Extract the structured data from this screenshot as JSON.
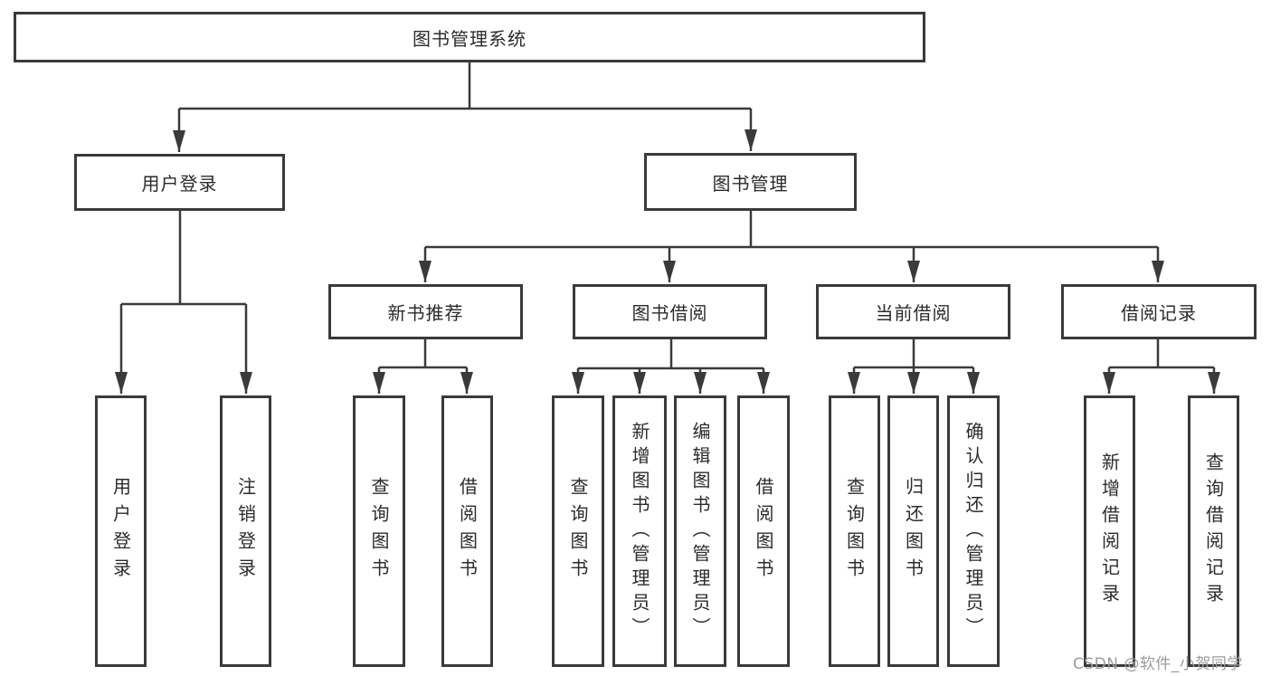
{
  "page": {
    "background": "#ffffff",
    "line_color": "#3a3a3a",
    "box_border_color": "#3a3a3a",
    "text_color": "#2b2b2b"
  },
  "diagram": {
    "root": {
      "label": "图书管理系统"
    },
    "branches": [
      {
        "label": "用户登录",
        "children": [
          {
            "label": "用户登录"
          },
          {
            "label": "注销登录"
          }
        ]
      },
      {
        "label": "图书管理",
        "children": [
          {
            "label": "新书推荐",
            "children": [
              {
                "label": "查询图书"
              },
              {
                "label": "借阅图书"
              }
            ]
          },
          {
            "label": "图书借阅",
            "children": [
              {
                "label": "查询图书"
              },
              {
                "label": "新增图书（管理员）"
              },
              {
                "label": "编辑图书（管理员）"
              },
              {
                "label": "借阅图书"
              }
            ]
          },
          {
            "label": "当前借阅",
            "children": [
              {
                "label": "查询图书"
              },
              {
                "label": "归还图书"
              },
              {
                "label": "确认归还（管理员）"
              }
            ]
          },
          {
            "label": "借阅记录",
            "children": [
              {
                "label": "新增借阅记录"
              },
              {
                "label": "查询借阅记录"
              }
            ]
          }
        ]
      }
    ]
  },
  "watermark": {
    "text": "CSDN @软件_小贺同学",
    "color": "#9b9b9b"
  }
}
